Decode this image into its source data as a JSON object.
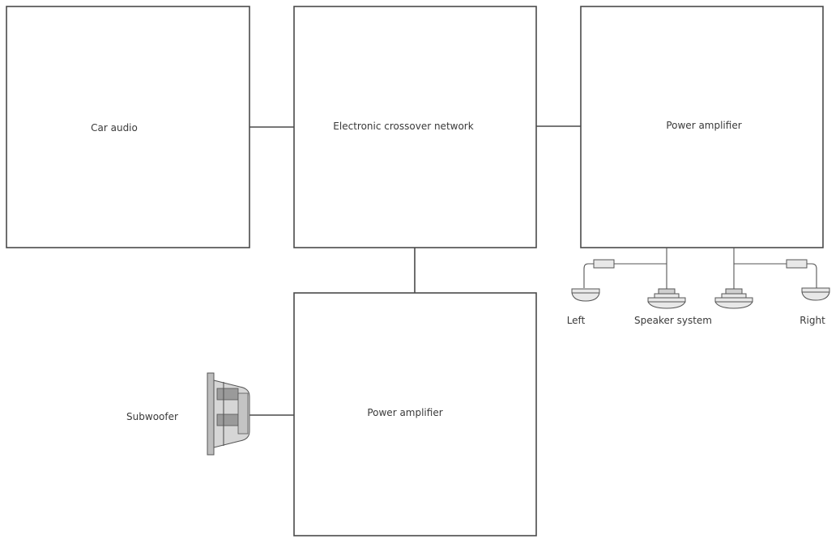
{
  "blocks": {
    "car_audio": "Car audio",
    "crossover": "Electronic crossover network",
    "amp_top": "Power amplifier",
    "amp_bottom": "Power amplifier"
  },
  "speakers": {
    "left": "Left",
    "system": "Speaker system",
    "right": "Right",
    "subwoofer": "Subwoofer"
  }
}
